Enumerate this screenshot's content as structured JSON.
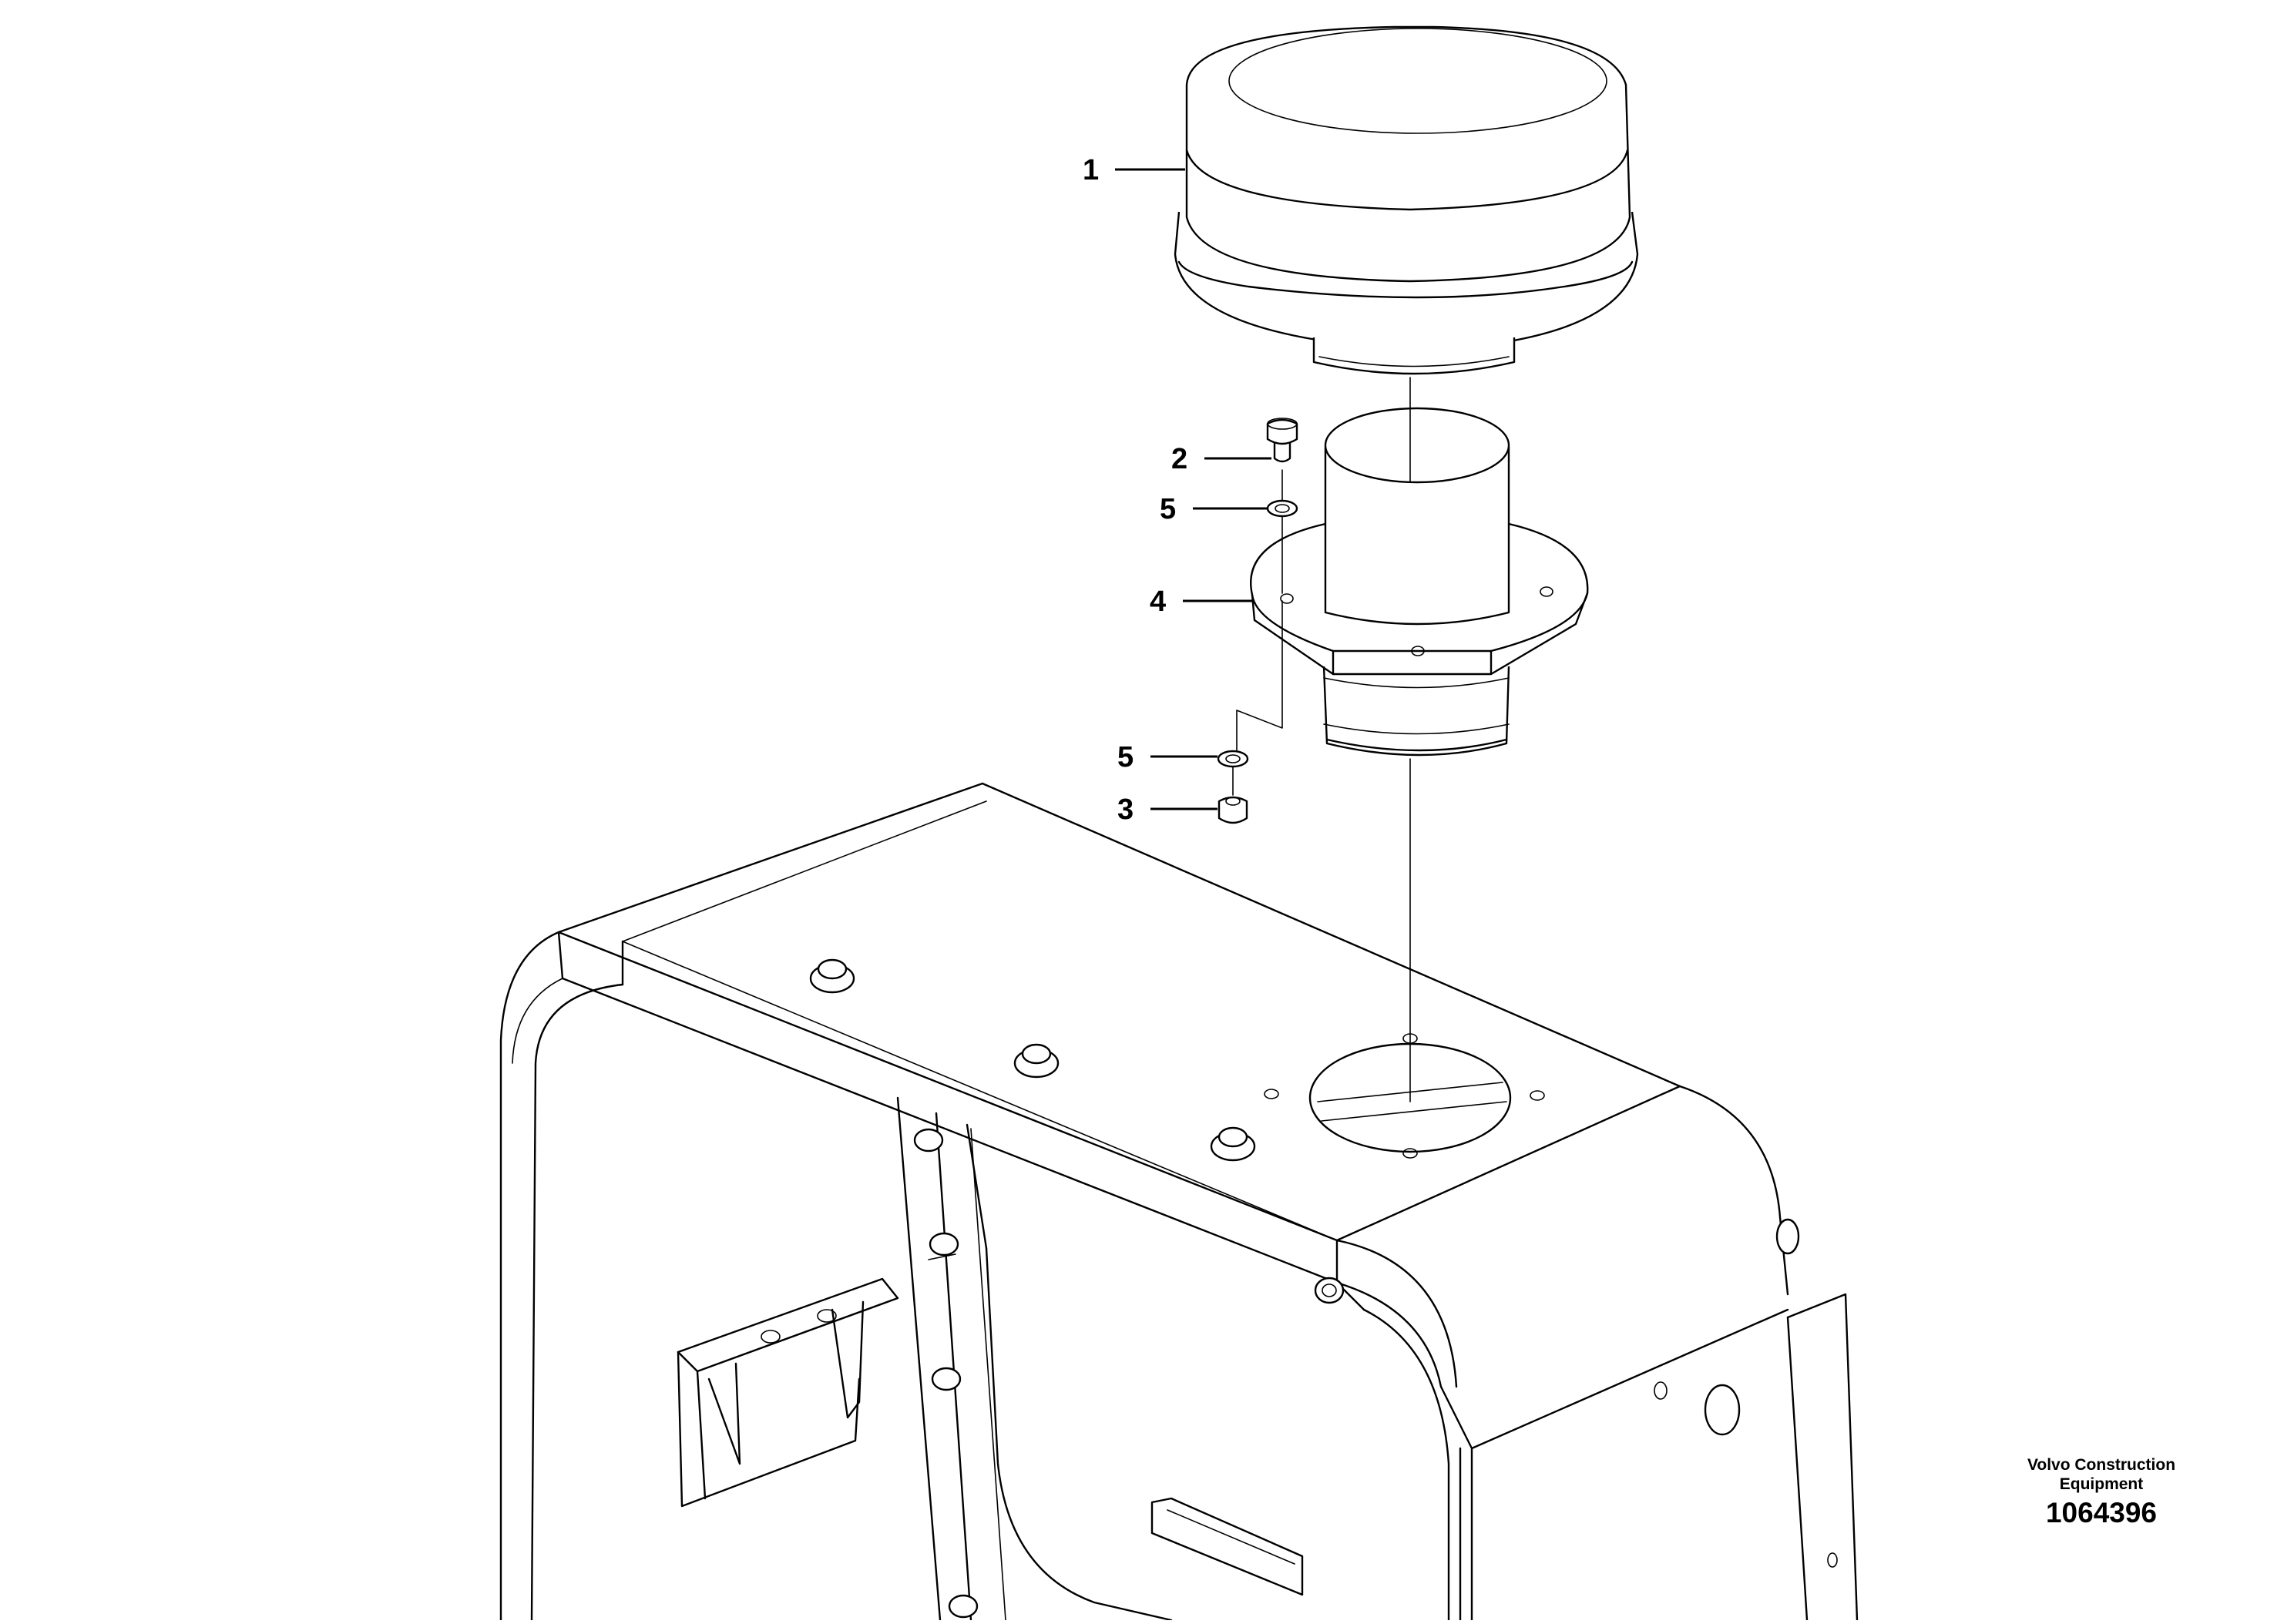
{
  "callouts": [
    {
      "id": "1",
      "label": "1",
      "part": "cap"
    },
    {
      "id": "2",
      "label": "2",
      "part": "bolt"
    },
    {
      "id": "5a",
      "label": "5",
      "part": "washer-upper"
    },
    {
      "id": "4",
      "label": "4",
      "part": "flange-pipe"
    },
    {
      "id": "5b",
      "label": "5",
      "part": "washer-lower"
    },
    {
      "id": "3",
      "label": "3",
      "part": "nut"
    }
  ],
  "brand": {
    "line1": "Volvo Construction",
    "line2": "Equipment",
    "drawing_number": "1064396"
  }
}
